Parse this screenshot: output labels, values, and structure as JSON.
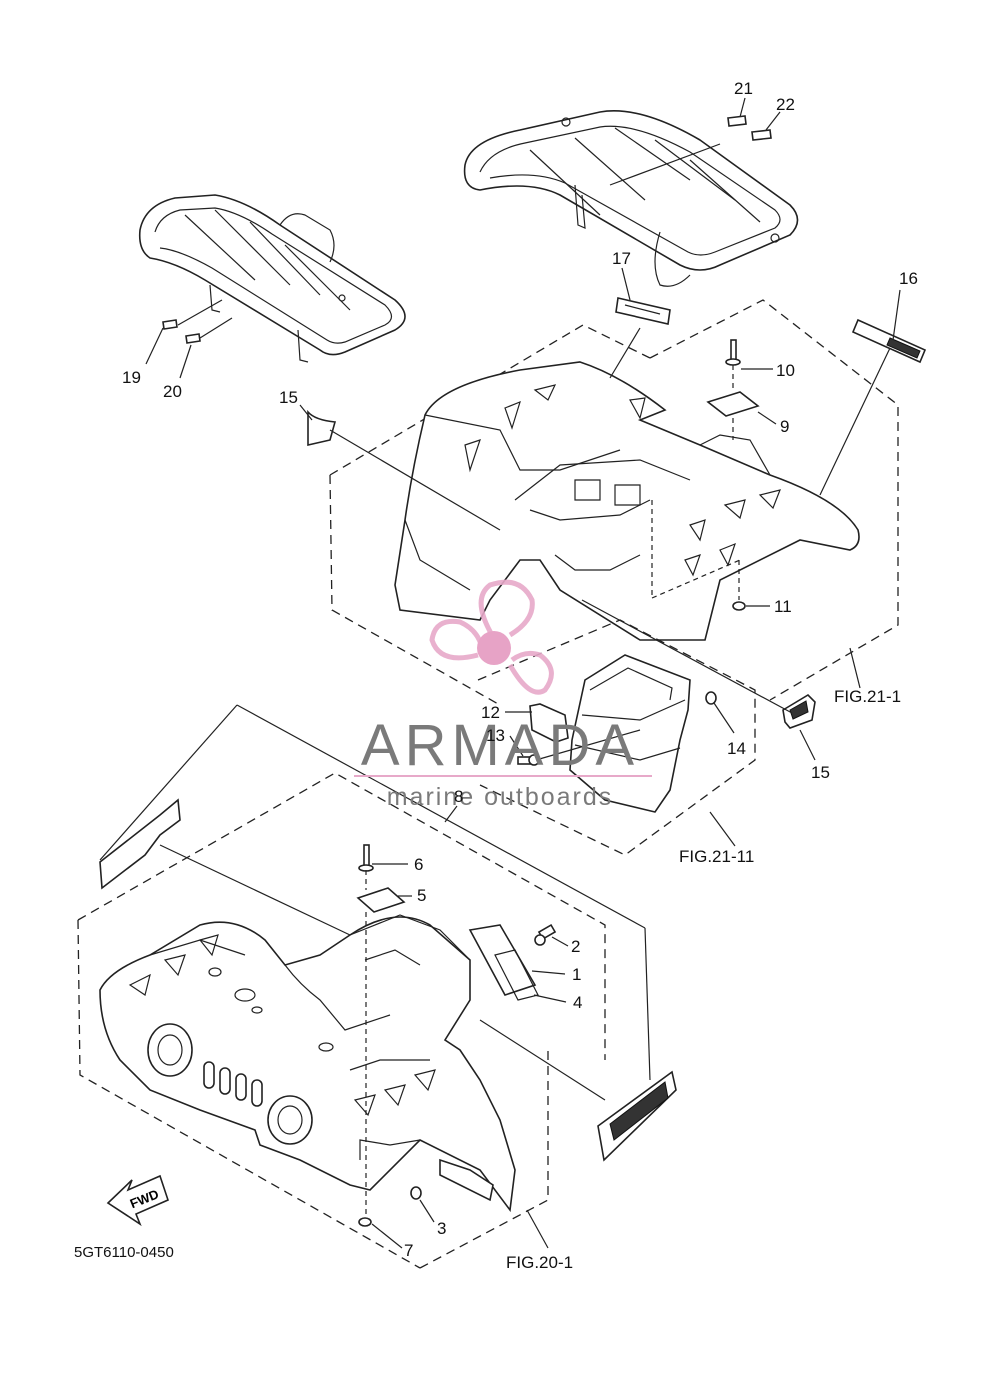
{
  "diagram": {
    "callouts": [
      {
        "id": "c1",
        "text": "1"
      },
      {
        "id": "c2",
        "text": "2"
      },
      {
        "id": "c3",
        "text": "3"
      },
      {
        "id": "c4",
        "text": "4"
      },
      {
        "id": "c5",
        "text": "5"
      },
      {
        "id": "c6",
        "text": "6"
      },
      {
        "id": "c7",
        "text": "7"
      },
      {
        "id": "c8",
        "text": "8"
      },
      {
        "id": "c9",
        "text": "9"
      },
      {
        "id": "c10",
        "text": "10"
      },
      {
        "id": "c11",
        "text": "11"
      },
      {
        "id": "c12",
        "text": "12"
      },
      {
        "id": "c13",
        "text": "13"
      },
      {
        "id": "c14",
        "text": "14"
      },
      {
        "id": "c15a",
        "text": "15"
      },
      {
        "id": "c15b",
        "text": "15"
      },
      {
        "id": "c16",
        "text": "16"
      },
      {
        "id": "c17",
        "text": "17"
      },
      {
        "id": "c19",
        "text": "19"
      },
      {
        "id": "c20",
        "text": "20"
      },
      {
        "id": "c21",
        "text": "21"
      },
      {
        "id": "c22",
        "text": "22"
      }
    ],
    "figure_refs": {
      "fig_21_1": "FIG.21-1",
      "fig_21_11": "FIG.21-11",
      "fig_20_1": "FIG.20-1"
    },
    "fwd_label": "FWD",
    "part_code": "5GT6110-0450"
  },
  "watermark": {
    "brand": "ARMADA",
    "tagline": "marine outboards",
    "colors": {
      "logo": "#e7a9c9",
      "logo_hub": "#e59ac0",
      "text": "#7a7a7a"
    }
  }
}
